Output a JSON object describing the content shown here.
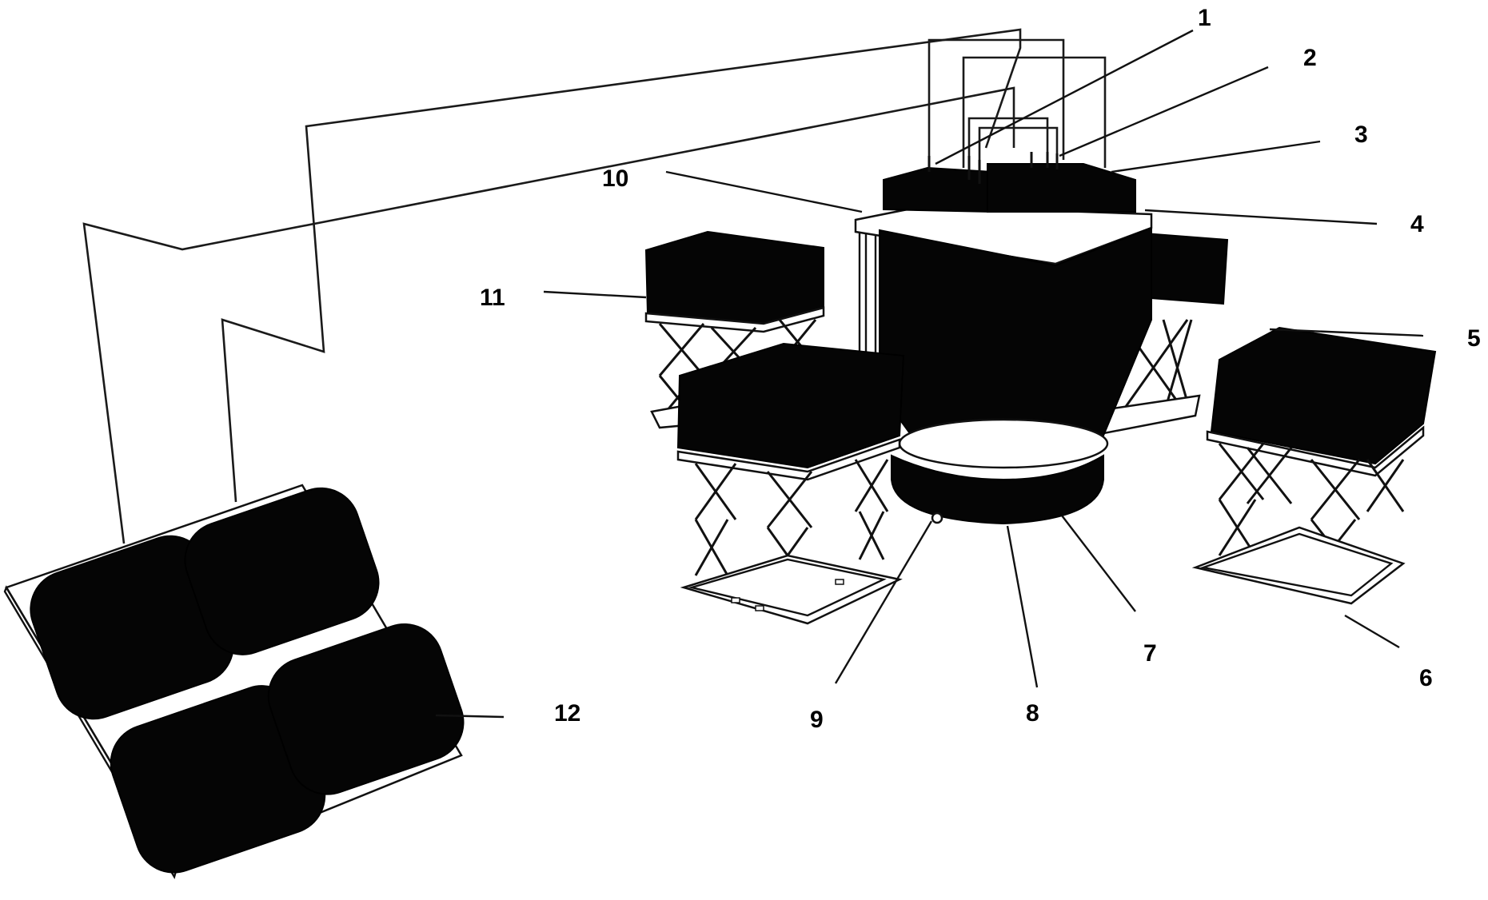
{
  "labels": {
    "l1": "1",
    "l2": "2",
    "l3": "3",
    "l4": "4",
    "l5": "5",
    "l6": "6",
    "l7": "7",
    "l8": "8",
    "l9": "9",
    "l10": "10",
    "l11": "11",
    "l12": "12"
  },
  "colors": {
    "ink": "#000000",
    "fill": "#050505",
    "background": "#ffffff"
  }
}
